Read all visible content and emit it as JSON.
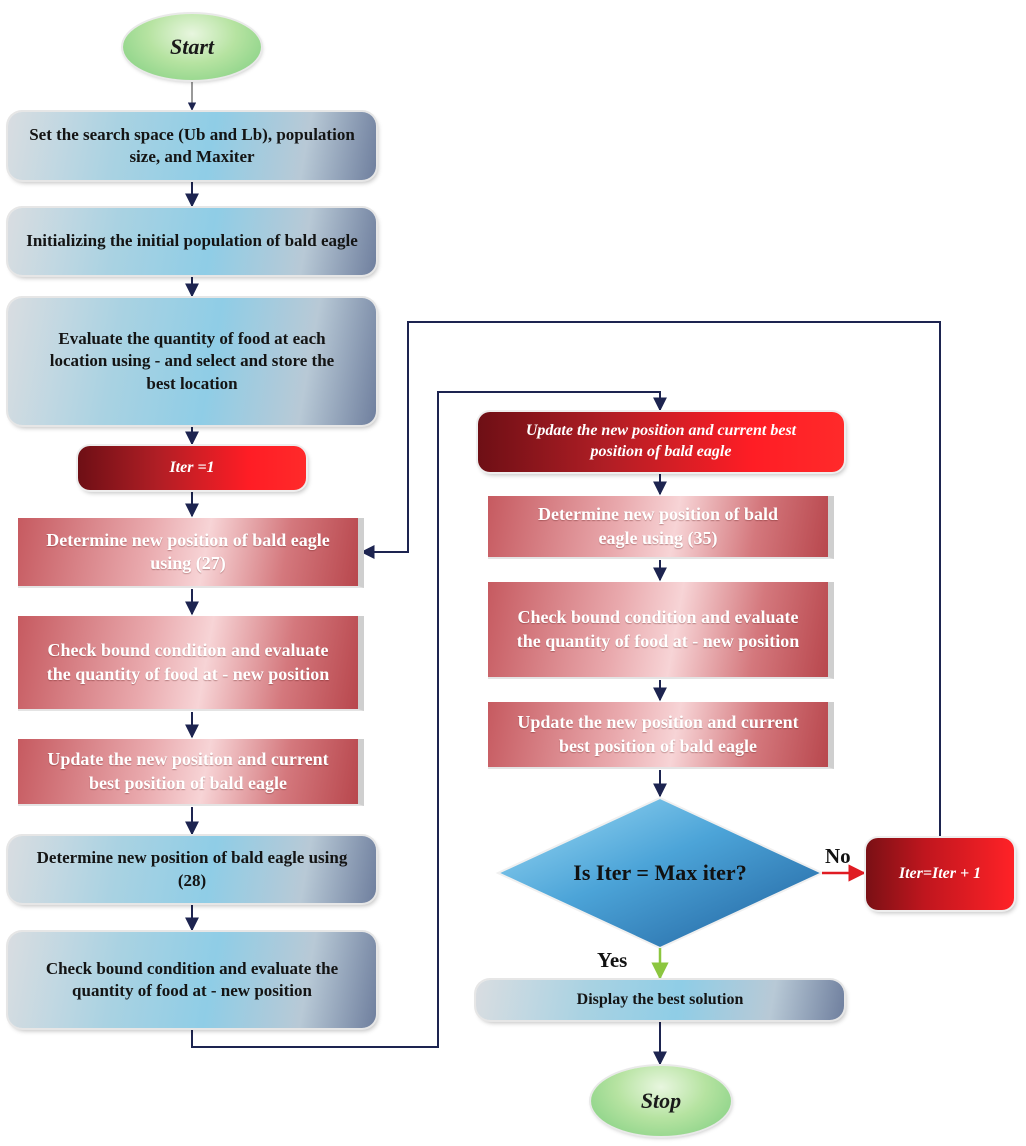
{
  "flowchart": {
    "start": "Start",
    "stop": "Stop",
    "left_column": {
      "setup": "Set the search space (Ub and Lb), population size, and Maxiter",
      "init": "Initializing the initial population of bald eagle",
      "evaluate": "Evaluate the quantity of food at each location using - and select and store the best location",
      "iter_init": "Iter =1",
      "determine_27": "Determine new position of bald eagle using (27)",
      "check_bound_1": "Check bound condition and evaluate the quantity of food at - new position",
      "update_1": "Update the new position and current best position of bald eagle",
      "determine_28": "Determine new position of bald eagle using (28)",
      "check_bound_2": "Check bound condition and evaluate the quantity of food at - new position"
    },
    "right_column": {
      "update_header": "Update the new position and current best position of bald eagle",
      "determine_35": "Determine new position of bald eagle using (35)",
      "check_bound_3": "Check bound condition and evaluate the quantity of food at - new position",
      "update_3": "Update the new position and current best position of bald eagle",
      "decision": "Is Iter = Max iter?",
      "yes": "Yes",
      "no": "No",
      "iter_increment": "Iter=Iter + 1",
      "display": "Display the best solution"
    },
    "colors": {
      "arrow": "#1d2450",
      "no_arrow": "#e01b22",
      "yes_arrow": "#8cc63f",
      "diamond": "#2f7fbf"
    }
  }
}
